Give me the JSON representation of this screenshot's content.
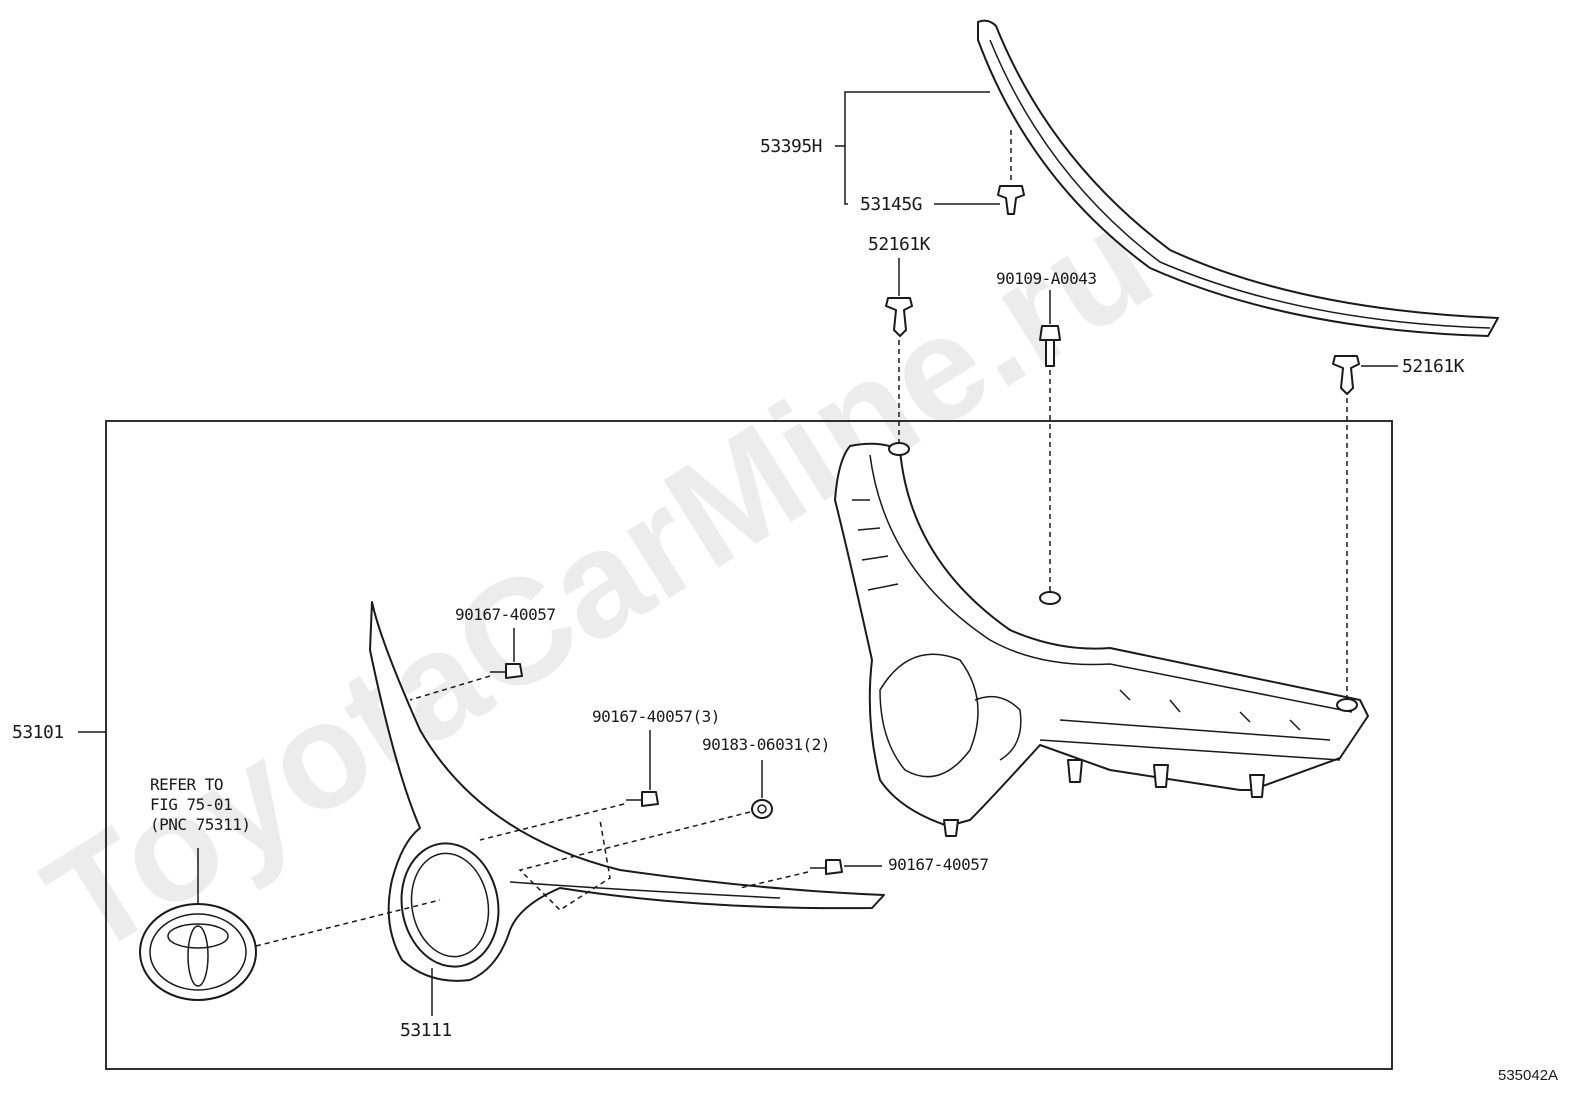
{
  "watermark": "ToyotaCarMine.ru",
  "figure_id": "535042A",
  "callouts": {
    "molding": "53395H",
    "molding_clip": "53145G",
    "clip_left": "52161K",
    "clip_right": "52161K",
    "bolt_top": "90109-A0043",
    "screw_upper": "90167-40057",
    "screw_middle": "90167-40057(3)",
    "nut": "90183-06031(2)",
    "screw_lower": "90167-40057",
    "grille_assembly": "53101",
    "emblem_garnish": "53111"
  },
  "reference_note": {
    "line1": "REFER TO",
    "line2": "FIG 75-01",
    "line3": "(PNC 75311)"
  }
}
